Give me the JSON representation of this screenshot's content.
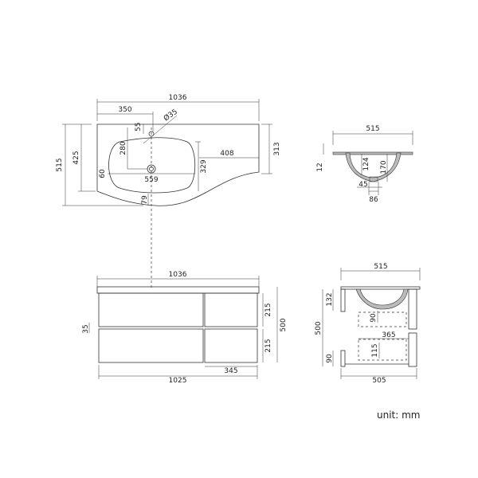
{
  "top_view": {
    "width_total": "1036",
    "hole_offset": "350",
    "tap_hole_diameter": "Ø35",
    "tap_hole_depth": "55",
    "depth_total": "515",
    "depth_left": "425",
    "depth_right": "313",
    "drain_offset": "280",
    "basin_width": "559",
    "basin_depth": "329",
    "right_ledge": "408",
    "bottom_clearance": "79",
    "left_margin": "60"
  },
  "section_view": {
    "width": "515",
    "slab_thickness": "12",
    "drain_depth": "124",
    "basin_depth": "170",
    "drain_inner": "45",
    "drain_outer": "86"
  },
  "front_view": {
    "width_top": "1036",
    "drawer_height_top": "215",
    "drawer_height_bottom": "215",
    "height_total": "500",
    "gap": "35",
    "drawer_width": "345",
    "width_bottom": "1025"
  },
  "side_view": {
    "width_top": "515",
    "top_panel": "132",
    "height_total": "500",
    "drawer_top_offset": "90",
    "drawer_width": "365",
    "drawer_inner_height": "115",
    "foot_height": "90",
    "width_bottom": "505"
  },
  "unit_label": "unit: mm"
}
